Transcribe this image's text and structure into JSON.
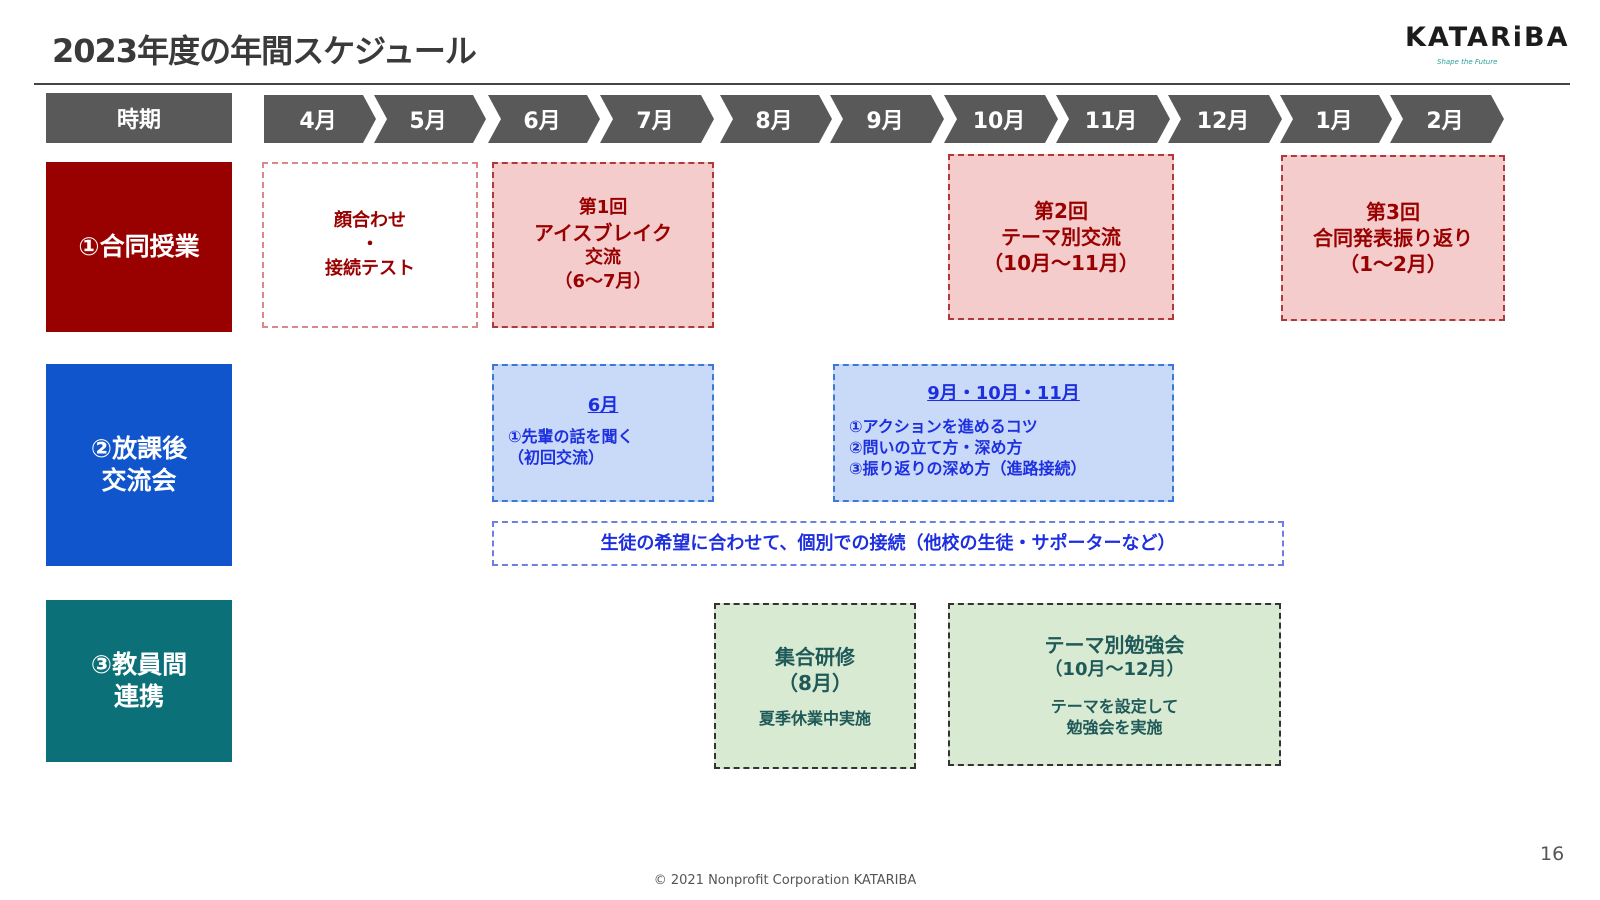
{
  "title": "2023年度の年間スケジュール",
  "logo": {
    "text": "KATARiBA",
    "tagline": "Shape the Future"
  },
  "header": {
    "period_label": "時期",
    "months": [
      "4月",
      "5月",
      "6月",
      "7月",
      "8月",
      "9月",
      "10月",
      "11月",
      "12月",
      "1月",
      "2月"
    ]
  },
  "rows": {
    "joint_class": {
      "label_1": "①合同授業"
    },
    "after_school": {
      "label_1": "②放課後",
      "label_2": "交流会"
    },
    "teachers": {
      "label_1": "③教員間",
      "label_2": "連携"
    }
  },
  "joint_boxes": {
    "b1": {
      "line1": "顔合わせ",
      "line2": "・",
      "line3": "接続テスト"
    },
    "b2": {
      "line1": "第1回",
      "line2": "アイスブレイク",
      "line3": "交流",
      "line4": "（6〜7月）"
    },
    "b3": {
      "line1": "第2回",
      "line2": "テーマ別交流",
      "line3": "（10月〜11月）"
    },
    "b4": {
      "line1": "第3回",
      "line2": "合同発表振り返り",
      "line3": "（1〜2月）"
    }
  },
  "after_boxes": {
    "june": {
      "heading": "6月",
      "line1": "①先輩の話を聞く",
      "line2": "（初回交流）"
    },
    "autumn": {
      "heading": "9月・10月・11月",
      "line1": "①アクションを進めるコツ",
      "line2": "②問いの立て方・深め方",
      "line3": "③振り返りの深め方（進路接続）"
    },
    "individual": {
      "text": "生徒の希望に合わせて、個別での接続（他校の生徒・サポーターなど）"
    }
  },
  "teacher_boxes": {
    "training": {
      "line1": "集合研修",
      "line2": "（8月）",
      "line3": "夏季休業中実施"
    },
    "study": {
      "line1": "テーマ別勉強会",
      "line2": "（10月〜12月）",
      "line3": "テーマを設定して",
      "line4": "勉強会を実施"
    }
  },
  "footer": {
    "copyright": "© 2021 Nonprofit Corporation KATARIBA",
    "page": "16"
  },
  "colors": {
    "header_gray": "#595959",
    "joint_red": "#990000",
    "after_blue": "#1155cc",
    "teacher_teal": "#0b7078"
  }
}
